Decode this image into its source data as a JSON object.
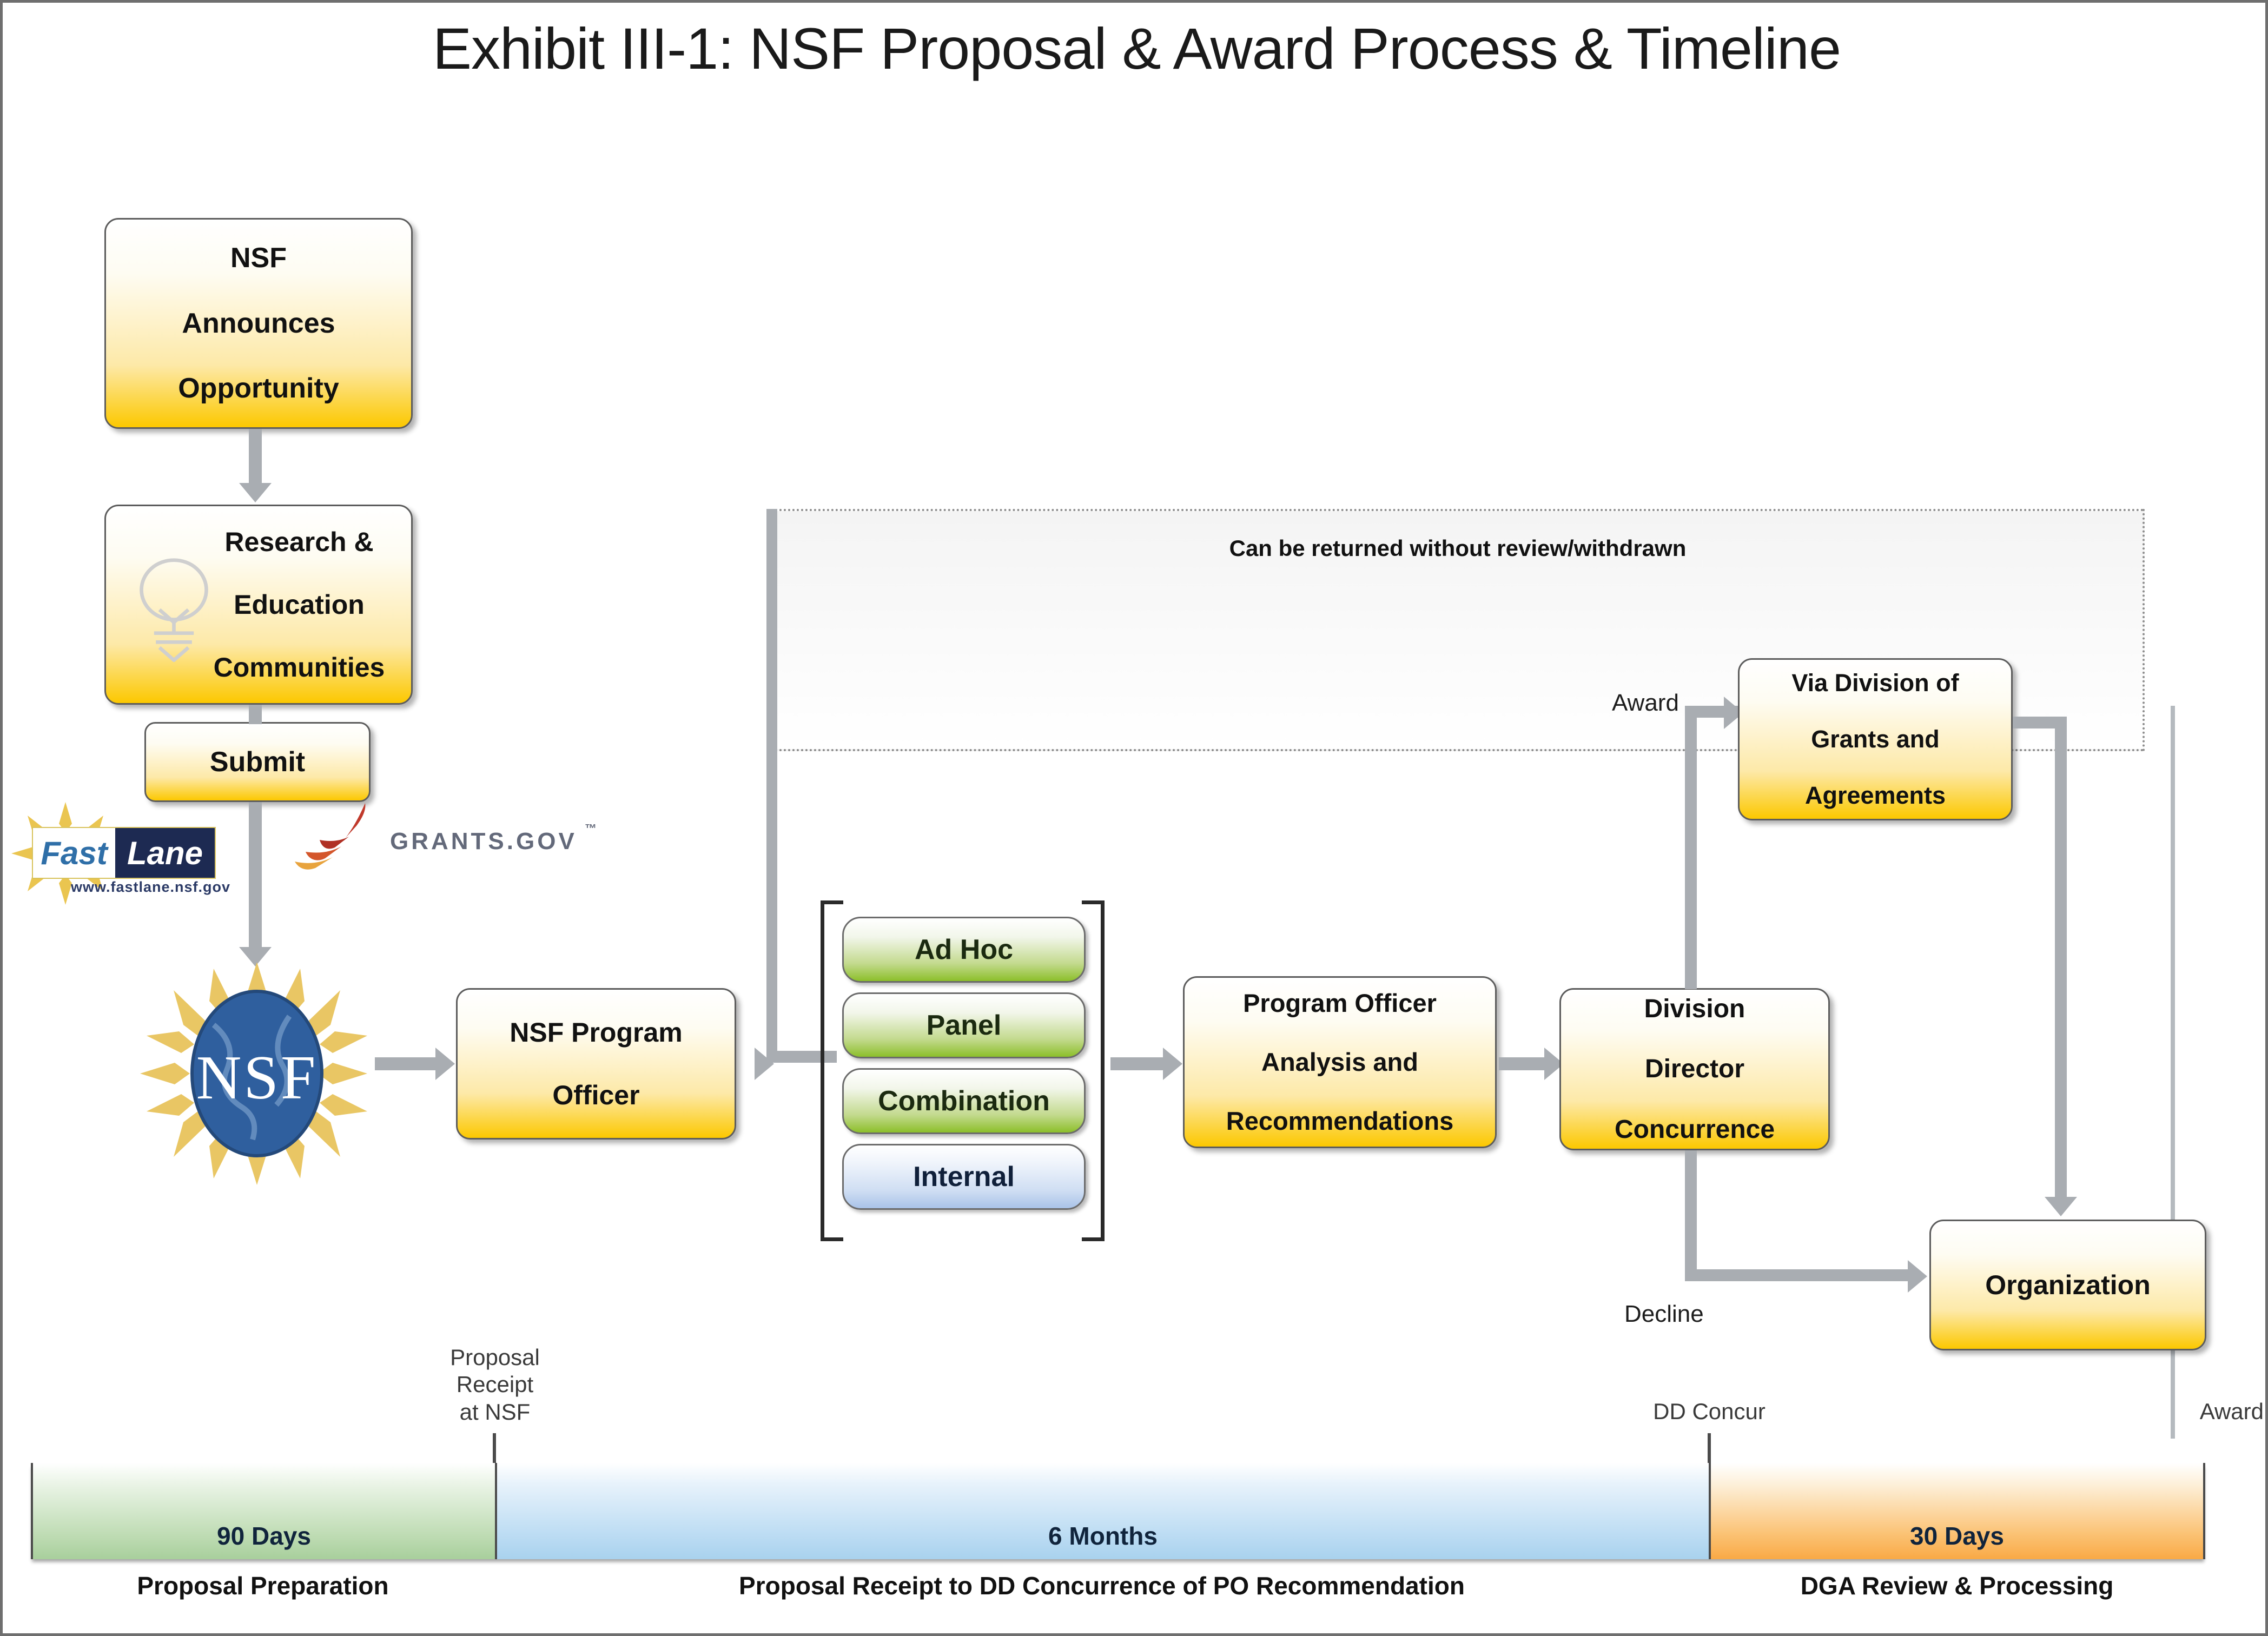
{
  "title": "Exhibit III-1:  NSF Proposal & Award Process & Timeline",
  "flow": {
    "announce": "NSF\nAnnounces\nOpportunity",
    "announce_lines": [
      "NSF",
      "Announces",
      "Opportunity"
    ],
    "communities_lines": [
      "Research &",
      "Education",
      "Communities"
    ],
    "submit": "Submit",
    "program_officer_lines": [
      "NSF Program",
      "Officer"
    ],
    "po_analysis_lines": [
      "Program Officer",
      "Analysis and",
      "Recommendations"
    ],
    "dd_concurrence_lines": [
      "Division",
      "Director",
      "Concurrence"
    ],
    "dga_lines": [
      "Via Division of",
      "Grants and",
      "Agreements"
    ],
    "organization": "Organization"
  },
  "review_options": [
    {
      "label": "Ad Hoc",
      "color": "green"
    },
    {
      "label": "Panel",
      "color": "green"
    },
    {
      "label": "Combination",
      "color": "green"
    },
    {
      "label": "Internal",
      "color": "blue"
    }
  ],
  "returned_panel": {
    "note": "Can be returned without review/withdrawn"
  },
  "edge_labels": {
    "award": "Award",
    "decline": "Decline"
  },
  "logos": {
    "fastlane_fast": "Fast",
    "fastlane_lane": "Lane",
    "fastlane_url": "www.fastlane.nsf.gov",
    "grantsgov": "GRANTS.GOV",
    "grantsgov_tm": "™",
    "nsf_seal": "NSF"
  },
  "timeline": {
    "ticks": [
      {
        "label_lines": [
          "Proposal",
          "Receipt",
          "at NSF"
        ]
      },
      {
        "label_lines": [
          "DD Concur"
        ]
      },
      {
        "label_lines": [
          "Award"
        ]
      }
    ],
    "segments": [
      {
        "duration": "90 Days",
        "caption": "Proposal Preparation",
        "color": "#a8cf9c"
      },
      {
        "duration": "6 Months",
        "caption": "Proposal Receipt to DD Concurrence of PO Recommendation",
        "color": "#a9d2ee"
      },
      {
        "duration": "30 Days",
        "caption": "DGA Review & Processing",
        "color": "#f9a945"
      }
    ]
  },
  "colors": {
    "box_gold": "#fcc800",
    "pill_green": "#8cbf2a",
    "pill_blue": "#a9c3e8",
    "connector": "#a9adb2",
    "timeline_green": "#a8cf9c",
    "timeline_blue": "#a9d2ee",
    "timeline_orange": "#f9a945"
  }
}
